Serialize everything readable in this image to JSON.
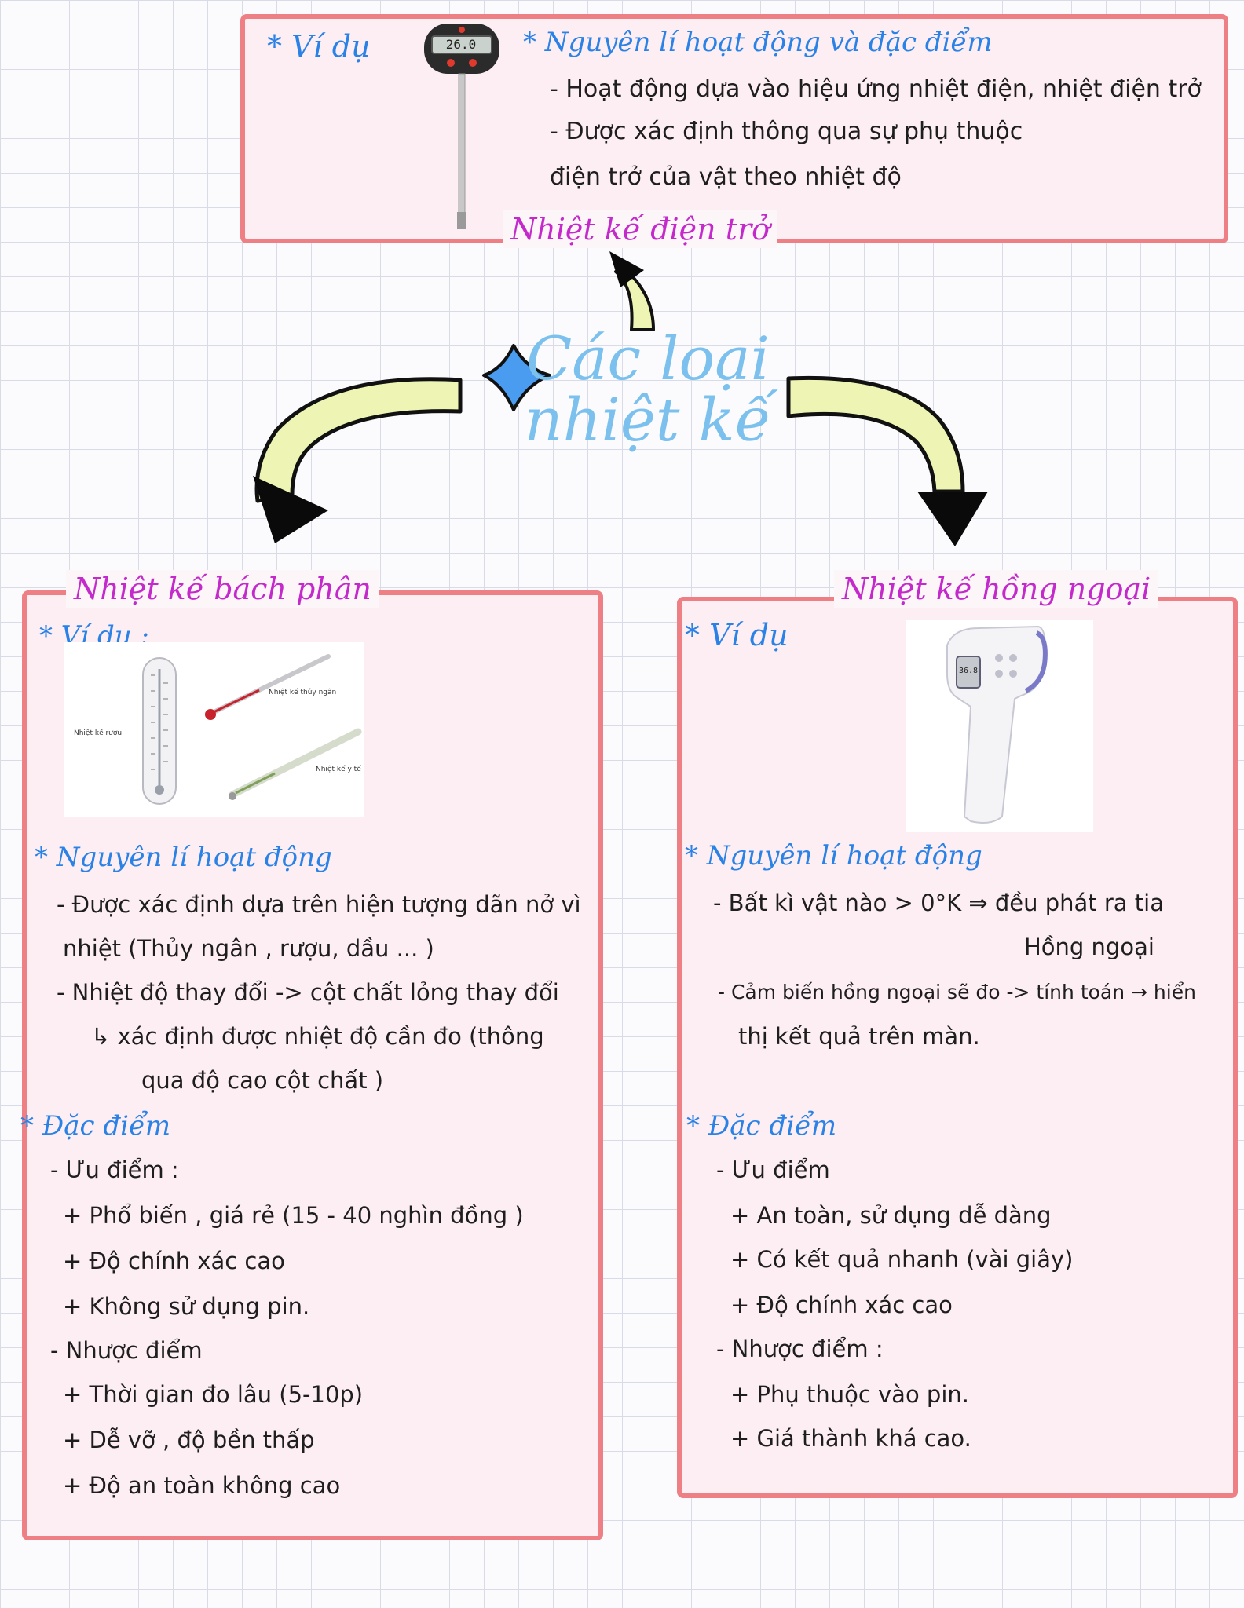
{
  "center": {
    "line1": "Các loại",
    "line2": "nhiệt kế"
  },
  "top": {
    "title": "Nhiệt kế điện trở",
    "example": "* Ví dụ",
    "device_reading": "26.0",
    "principle_heading": "* Nguyên lí hoạt động và đặc điểm",
    "lines": [
      "- Hoạt động dựa vào hiệu ứng nhiệt điện, nhiệt điện trở",
      "- Được xác định thông qua sự phụ thuộc",
      "điện trở của vật theo nhiệt độ"
    ]
  },
  "left": {
    "title": "Nhiệt kế bách phân",
    "example": "* Ví dụ :",
    "image_labels": {
      "mercury": "Nhiệt kế thủy ngân",
      "alcohol": "Nhiệt kế rượu",
      "medical": "Nhiệt kế y tế"
    },
    "principle_heading": "* Nguyên lí hoạt động",
    "principle_lines": [
      "- Được xác định dựa trên hiện tượng dãn nở vì",
      "nhiệt (Thủy ngân , rượu, dầu ... )",
      "- Nhiệt độ thay đổi -> cột chất lỏng thay đổi",
      "↳ xác định được nhiệt độ cần đo (thông",
      "qua độ cao cột chất )"
    ],
    "features_heading": "* Đặc điểm",
    "feature_lines": [
      "- Ưu điểm :",
      "+ Phổ biến , giá rẻ (15 - 40 nghìn đồng )",
      "+ Độ chính xác cao",
      "+ Không sử dụng pin.",
      "- Nhược điểm",
      "+ Thời gian đo lâu (5-10p)",
      "+ Dễ vỡ , độ bền thấp",
      "+ Độ an toàn không cao"
    ]
  },
  "right": {
    "title": "Nhiệt kế hồng ngoại",
    "example": "* Ví dụ",
    "device_reading": "36.8",
    "principle_heading": "* Nguyên lí hoạt động",
    "principle_lines": [
      "- Bất kì vật nào > 0°K ⇒ đều phát ra tia",
      "Hồng ngoại",
      "- Cảm biến hồng ngoại sẽ đo -> tính toán → hiển",
      "thị kết quả trên màn."
    ],
    "features_heading": "* Đặc điểm",
    "feature_lines": [
      "- Ưu điểm",
      "+ An toàn, sử dụng dễ dàng",
      "+ Có kết quả nhanh (vài giây)",
      "+ Độ chính xác cao",
      "- Nhược điểm :",
      "+ Phụ thuộc vào pin.",
      "+ Giá thành khá cao."
    ]
  },
  "colors": {
    "box_border": "#ee7f85",
    "box_fill": "#fdeef3",
    "title": "#c42acb",
    "heading": "#2a82e6",
    "arrow_fill": "#eef5b4",
    "star": "#4a9cf0"
  }
}
